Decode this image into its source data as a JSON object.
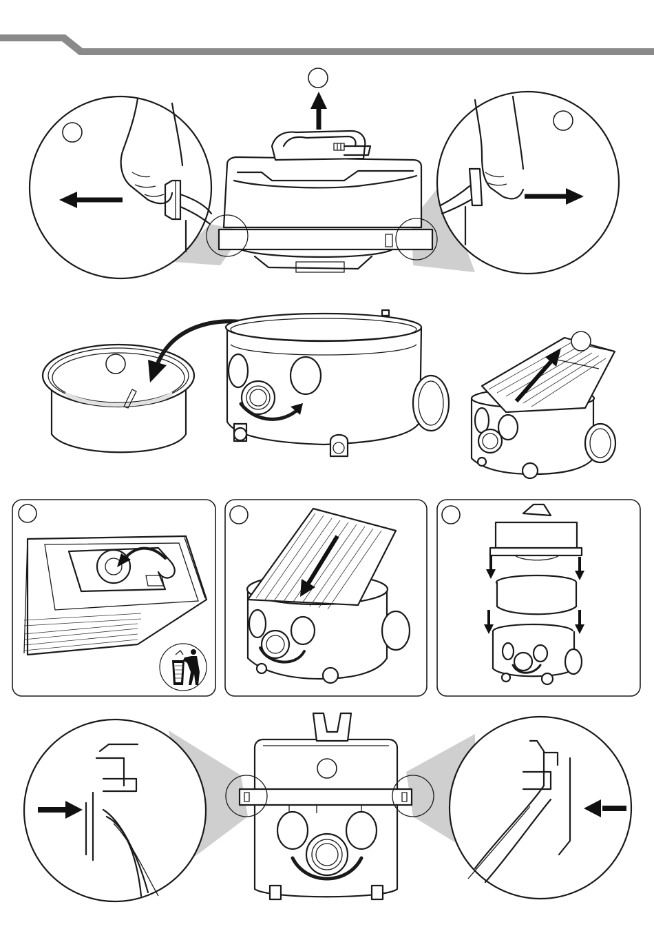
{
  "header": {
    "bar_color": "#8a8a8a"
  },
  "steps": [
    {
      "id": "step-1",
      "label": ""
    },
    {
      "id": "step-2",
      "label": ""
    },
    {
      "id": "step-3",
      "label": ""
    },
    {
      "id": "step-4",
      "label": ""
    },
    {
      "id": "step-5",
      "label": ""
    },
    {
      "id": "step-6",
      "label": ""
    },
    {
      "id": "step-7",
      "label": ""
    },
    {
      "id": "step-8",
      "label": ""
    },
    {
      "id": "step-9",
      "label": ""
    },
    {
      "id": "step-10",
      "label": ""
    }
  ],
  "icons": {
    "recycle_bin": "trash-bin-icon"
  },
  "colors": {
    "line": "#1a1a1a",
    "zoom_cone": "#cfcfcf",
    "arrow": "#111111"
  }
}
